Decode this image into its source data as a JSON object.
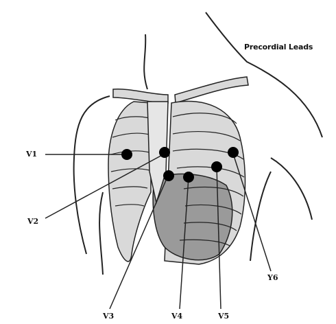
{
  "diagram": {
    "title": "Precordial Leads",
    "leads": [
      {
        "id": "v1",
        "label": "V1"
      },
      {
        "id": "v2",
        "label": "V2"
      },
      {
        "id": "v3",
        "label": "V3"
      },
      {
        "id": "v4",
        "label": "V4"
      },
      {
        "id": "v5",
        "label": "V5"
      },
      {
        "id": "v6",
        "label": "Y6"
      }
    ],
    "colors": {
      "rib_fill": "#d9d9d9",
      "heart_fill": "#9a9a9a",
      "outline": "#222222",
      "electrode": "#000000"
    }
  }
}
